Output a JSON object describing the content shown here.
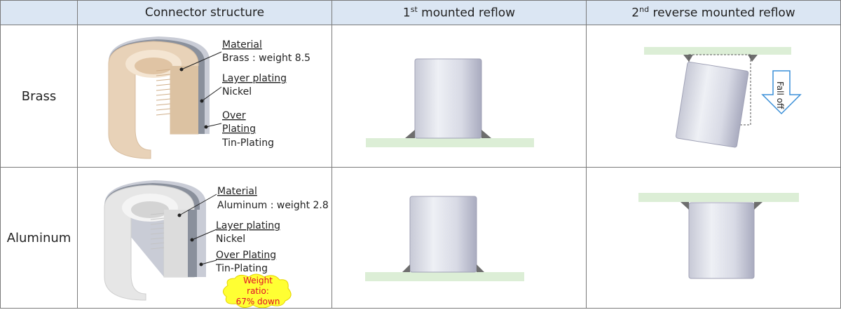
{
  "header": {
    "col1": "Connector structure",
    "col2_sup": "st",
    "col2_pre": "1",
    "col2_post": " mounted reflow",
    "col3_sup": "nd",
    "col3_pre": "2",
    "col3_post": " reverse mounted reflow"
  },
  "rows": [
    {
      "label": "Brass",
      "material_title": "Material",
      "material_value": "Brass : weight 8.5",
      "layer_title": "Layer plating",
      "layer_value": "Nickel",
      "over_title_1": "Over",
      "over_title_2": "Plating",
      "over_value": "Tin-Plating",
      "fall_label": "Fall off"
    },
    {
      "label": "Aluminum",
      "material_title": "Material",
      "material_value": "Aluminum : weight 2.8",
      "layer_title": "Layer plating",
      "layer_value": "Nickel",
      "over_title": "Over Plating",
      "over_value": "Tin-Plating",
      "callout_line1": "Weight",
      "callout_line2": "ratio:",
      "callout_line3": "67% down"
    }
  ],
  "colors": {
    "header_bg": "#dbe6f3",
    "brass": "#e8d2b8",
    "aluminum": "#e6e6e6",
    "nickel": "#8a909c",
    "tin": "#c9ccd6",
    "pcb": "#dceed6",
    "callout_fill": "#ffff33",
    "callout_text": "#e0102a",
    "arrow": "#3a8fd8"
  }
}
